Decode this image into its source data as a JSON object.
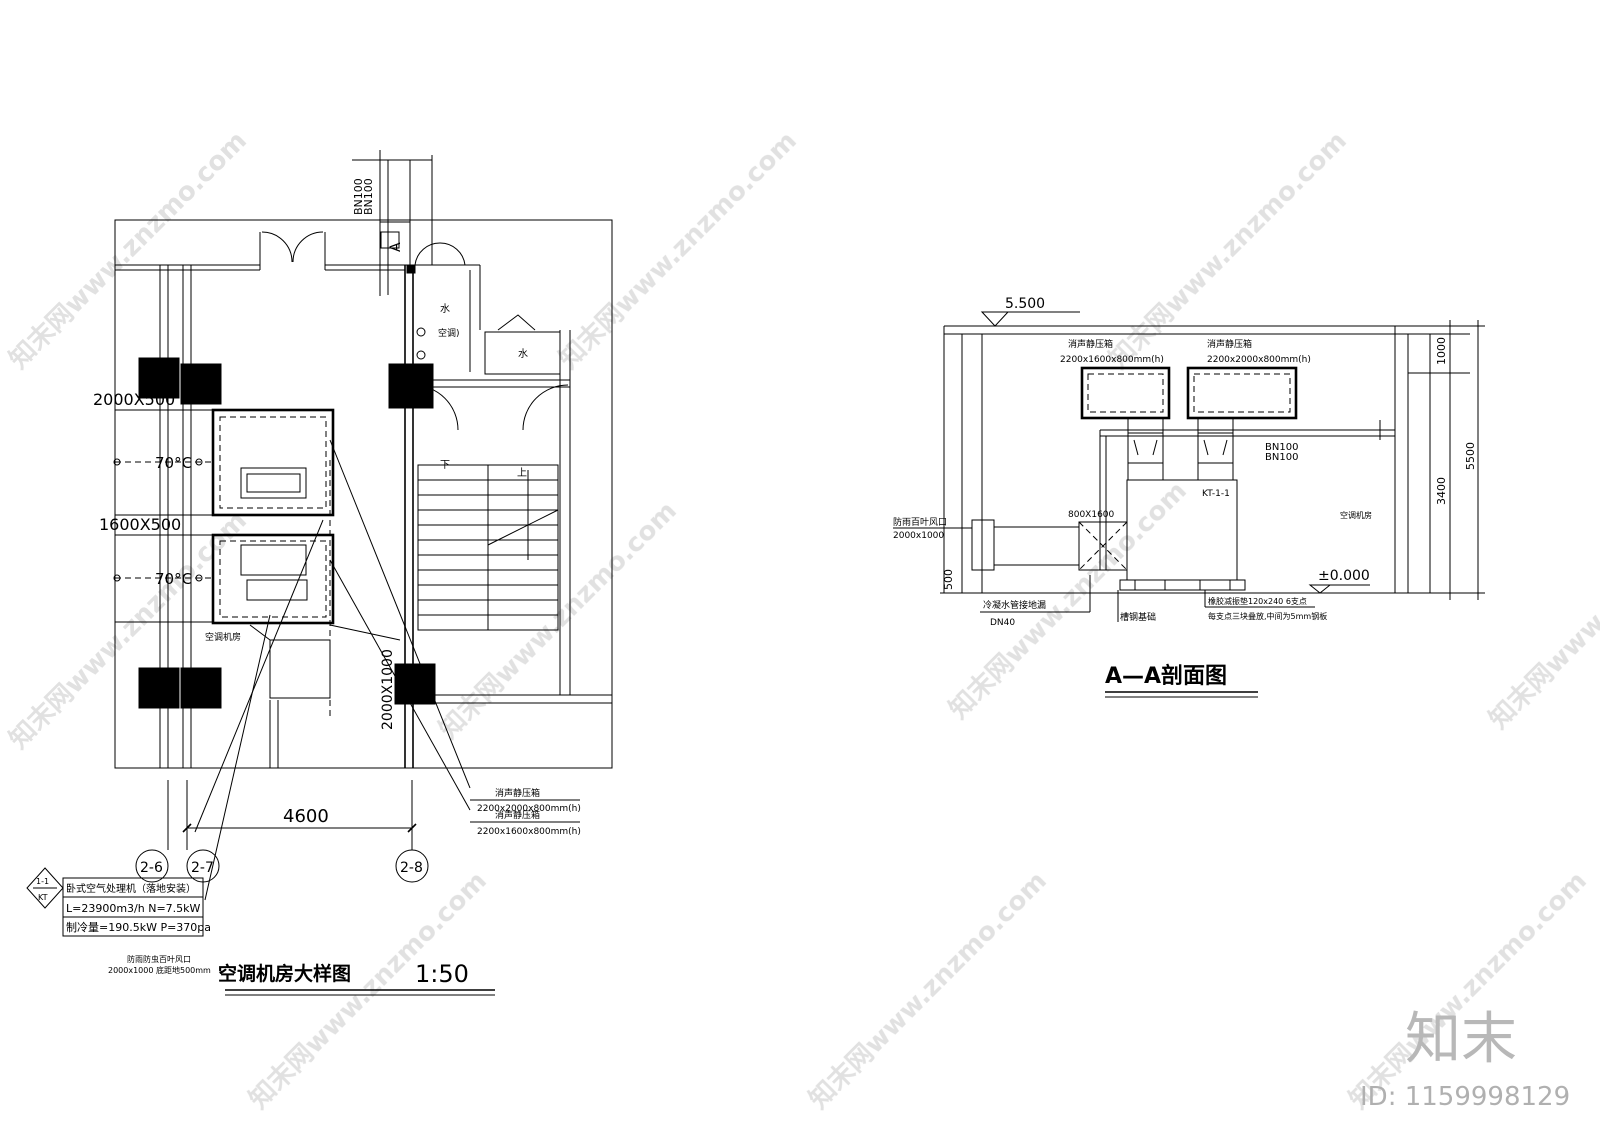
{
  "plan": {
    "title": "空调机房大样图",
    "scale": "1:50",
    "duct_label_1": "2000X500",
    "duct_label_2": "1600X500",
    "duct_label_3": "2000X1000",
    "temp_label": "70°C",
    "room_label": "空调机房",
    "ac_room_small": "空调)",
    "water_1": "水",
    "water_2": "水",
    "stair_down": "下",
    "stair_up": "上",
    "section_mark": "A",
    "pipe_1": "BN100",
    "pipe_2": "BN100",
    "dim_4600": "4600",
    "axis_1": "2-6",
    "axis_2": "2-7",
    "axis_3": "2-8",
    "callout_box_1_title": "消声静压箱",
    "callout_box_1_size": "2200x2000x800mm(h)",
    "callout_box_2_title": "消声静压箱",
    "callout_box_2_size": "2200x1600x800mm(h)",
    "louver_note_1": "防雨防虫百叶风口",
    "louver_note_2": "2000x1000 底距地500mm",
    "equip_tag_top": "1-1",
    "equip_tag_bottom": "KT",
    "equip_name": "卧式空气处理机（落地安装）",
    "equip_spec_1": "L=23900m3/h  N=7.5kW",
    "equip_spec_2": "制冷量=190.5kW  P=370pa"
  },
  "section": {
    "title": "A—A剖面图",
    "elev_top": "5.500",
    "elev_zero": "±0.000",
    "box_1_title": "消声静压箱",
    "box_1_size": "2200x1600x800mm(h)",
    "box_2_title": "消声静压箱",
    "box_2_size": "2200x2000x800mm(h)",
    "pipe_1": "BN100",
    "pipe_2": "BN100",
    "duct_size": "800X1600",
    "unit_tag": "KT-1-1",
    "room_label": "空调机房",
    "louver_1": "防雨百叶风口",
    "louver_2": "2000x1000",
    "dim_500": "500",
    "dim_1000": "1000",
    "dim_5500": "5500",
    "dim_3400": "3400",
    "drain_1": "冷凝水管接地漏",
    "drain_2": "DN40",
    "base_label": "槽钢基础",
    "pad_1": "橡胶减振垫120x240  6支点",
    "pad_2": "每支点三块叠放,中间为5mm钢板"
  },
  "watermark": {
    "site": "知末网www.znzmo.com",
    "logo": "知末",
    "id": "ID: 1159998129"
  }
}
